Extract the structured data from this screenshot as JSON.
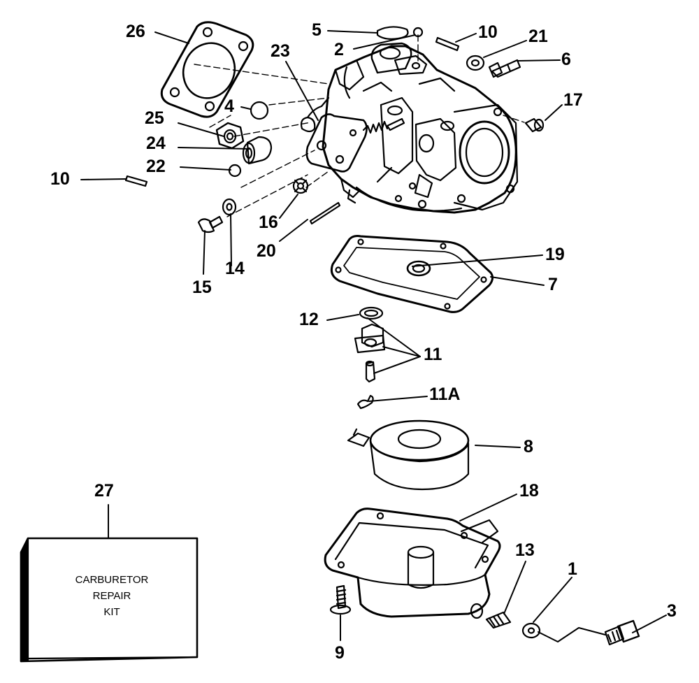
{
  "callouts": {
    "c26": "26",
    "c5": "5",
    "c2": "2",
    "c10a": "10",
    "c21": "21",
    "c6": "6",
    "c23": "23",
    "c4": "4",
    "c17": "17",
    "c25": "25",
    "c24": "24",
    "c22": "22",
    "c10b": "10",
    "c16": "16",
    "c20": "20",
    "c15": "15",
    "c14": "14",
    "c19": "19",
    "c7": "7",
    "c12": "12",
    "c11": "11",
    "c11A": "11A",
    "c8": "8",
    "c27": "27",
    "c18": "18",
    "c13": "13",
    "c1": "1",
    "c3": "3",
    "c9": "9"
  },
  "repair_kit": {
    "line1": "CARBURETOR",
    "line2": "REPAIR",
    "line3": "KIT"
  },
  "colors": {
    "ink": "#000000",
    "paper": "#ffffff"
  }
}
